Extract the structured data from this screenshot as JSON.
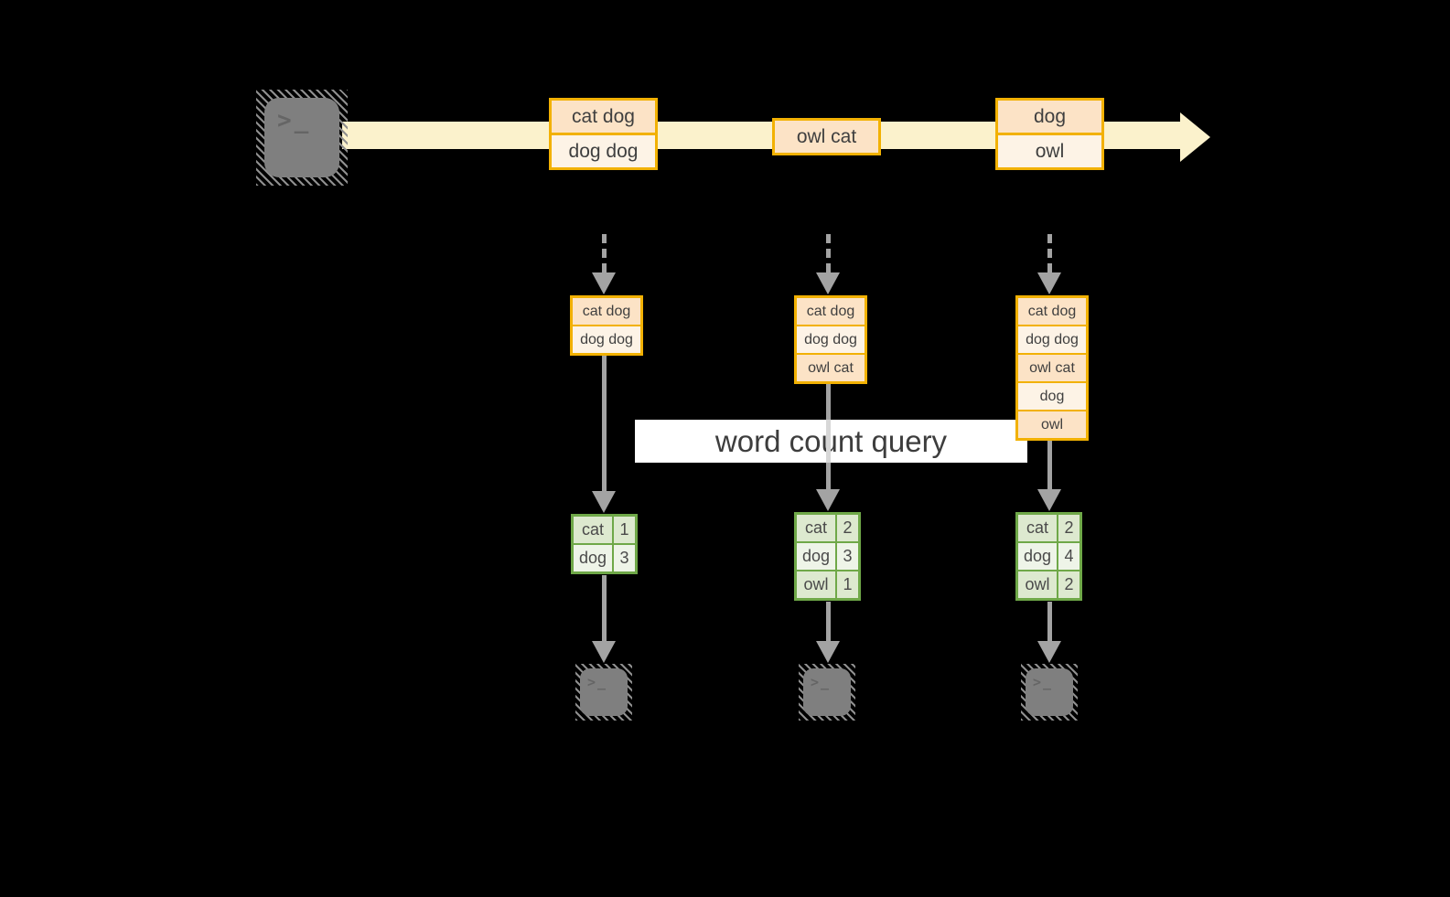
{
  "query": {
    "label": "word count query"
  },
  "icons": {
    "terminal_prompt": ">_"
  },
  "stream": {
    "records": [
      {
        "rows": [
          "cat dog",
          "dog dog"
        ]
      },
      {
        "rows": [
          "owl cat"
        ]
      },
      {
        "rows": [
          "dog",
          "owl"
        ]
      }
    ]
  },
  "columns": [
    {
      "state_rows": [
        "cat dog",
        "dog dog"
      ],
      "counts": [
        {
          "word": "cat",
          "count": "1"
        },
        {
          "word": "dog",
          "count": "3"
        }
      ]
    },
    {
      "state_rows": [
        "cat dog",
        "dog dog",
        "owl cat"
      ],
      "counts": [
        {
          "word": "cat",
          "count": "2"
        },
        {
          "word": "dog",
          "count": "3"
        },
        {
          "word": "owl",
          "count": "1"
        }
      ]
    },
    {
      "state_rows": [
        "cat dog",
        "dog dog",
        "owl cat",
        "dog",
        "owl"
      ],
      "counts": [
        {
          "word": "cat",
          "count": "2"
        },
        {
          "word": "dog",
          "count": "4"
        },
        {
          "word": "owl",
          "count": "2"
        }
      ]
    }
  ],
  "colors": {
    "background": "#000000",
    "stream_band": "#fbf2cc",
    "record_border": "#f2b102",
    "record_fill_dark": "#fce3c6",
    "record_fill_light": "#fdf3e6",
    "table_border": "#6fa848",
    "table_fill_dark": "#dde9cf",
    "table_fill_light": "#eef4e8",
    "arrow_gray": "#a3a3a3",
    "terminal_gray": "#7f7f7f",
    "query_box_bg": "#ffffff",
    "text": "#3f3f3f"
  }
}
